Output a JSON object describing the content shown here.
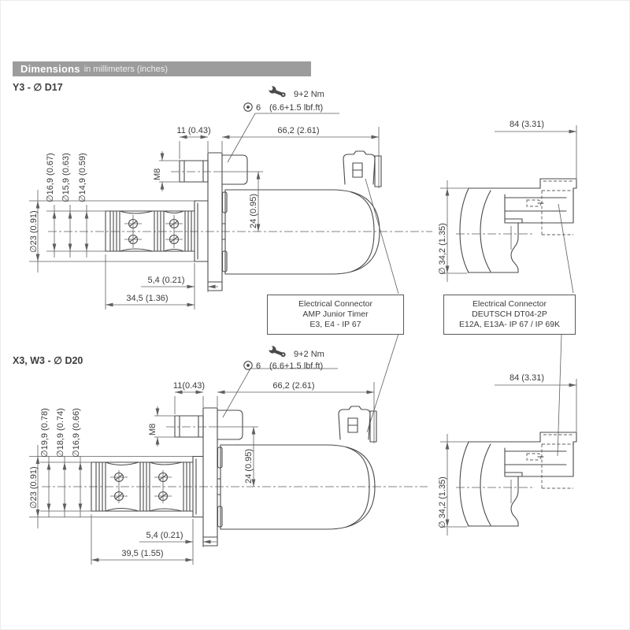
{
  "header": {
    "title": "Dimensions",
    "subtitle": "in millimeters (inches)"
  },
  "sections": {
    "y3": {
      "label": "Y3 - ∅ D17",
      "torque": {
        "value": "9+2 Nm",
        "alt": "(6.6+1.5 lbf.ft)",
        "hex_size": "6"
      },
      "dims": {
        "stud_len": "11 (0.43)",
        "body_len": "66,2 (2.61)",
        "thread": "M8",
        "height": "24 (0.95)",
        "d_outer": "∅16,9 (0.67)",
        "d_mid": "∅15,9 (0.63)",
        "d_inner": "∅14,9 (0.59)",
        "d_shoulder": "∅23 (0.91)",
        "shoulder_off": "5,4 (0.21)",
        "cart_len": "34,5 (1.36)"
      }
    },
    "x3": {
      "label": "X3, W3 - ∅ D20",
      "torque": {
        "value": "9+2 Nm",
        "alt": "(6.6+1.5 lbf.ft)",
        "hex_size": "6"
      },
      "dims": {
        "stud_len": "11(0.43)",
        "body_len": "66,2 (2.61)",
        "thread": "M8",
        "height": "24 (0.95)",
        "d_outer": "∅19,9 (0.78)",
        "d_mid": "∅18,9 (0.74)",
        "d_inner": "∅16,9 (0.66)",
        "d_shoulder": "∅23 (0.91)",
        "shoulder_off": "5,4 (0.21)",
        "cart_len": "39,5 (1.55)"
      }
    },
    "side": {
      "length": "84 (3.31)",
      "diameter": "∅ 34,2 (1.35)"
    }
  },
  "connector_boxes": {
    "amp": {
      "line1": "Electrical Connector",
      "line2": "AMP Junior Timer",
      "line3": "E3, E4 - IP 67"
    },
    "deutsch": {
      "line1": "Electrical Connector",
      "line2": "DEUTSCH DT04-2P",
      "line3": "E12A,  E13A- IP 67 / IP 69K"
    }
  }
}
